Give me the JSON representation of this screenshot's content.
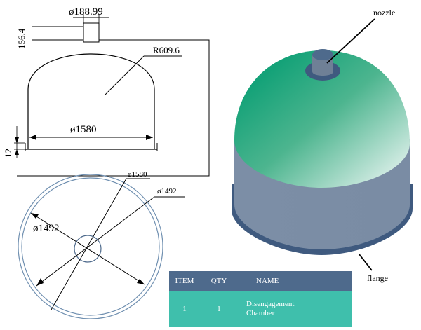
{
  "drawing": {
    "front_view": {
      "nozzle_diameter": "ø188.99",
      "nozzle_height": "156.4",
      "dome_radius": "R609.6",
      "body_diameter": "ø1580",
      "flange_height": "12"
    },
    "top_view": {
      "outer_diameter": "ø1580",
      "inner_diameter_callout": "ø1492",
      "inner_diameter": "ø1492"
    },
    "model_callouts": {
      "nozzle": "nozzle",
      "flange": "flange"
    }
  },
  "colors": {
    "dome_top": "#1aa57a",
    "dome_light": "#c8e4dc",
    "shell": "#7a8ea6",
    "flange": "#3f5a7f",
    "nozzle": "#6f8096",
    "table_header": "#4e6a8c",
    "table_row": "#3fbfac",
    "top_view_ring": "#6f8fb0"
  },
  "table": {
    "headers": {
      "item": "ITEM",
      "qty": "QTY",
      "name": "NAME"
    },
    "rows": [
      {
        "item": "1",
        "qty": "1",
        "name_line1": "Disengagement",
        "name_line2": "Chamber"
      }
    ]
  }
}
